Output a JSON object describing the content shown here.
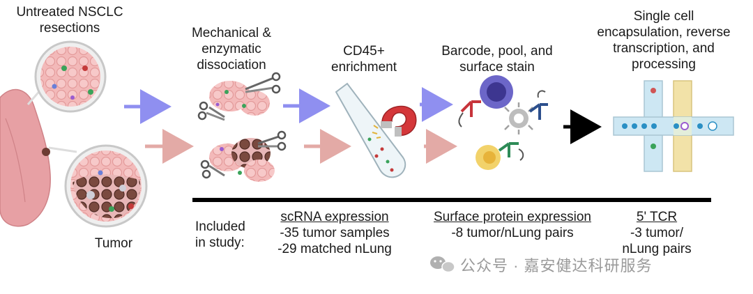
{
  "steps": {
    "untreated": "Untreated NSCLC resections",
    "tumor": "Tumor",
    "dissociation": "Mechanical & enzymatic dissociation",
    "enrichment": "CD45+ enrichment",
    "barcode": "Barcode, pool, and surface stain",
    "encapsulation": "Single cell encapsulation, reverse transcription, and processing"
  },
  "study": {
    "label": "Included in study:",
    "scrna_title": "scRNA expression",
    "scrna_line1": "-35 tumor samples",
    "scrna_line2": "-29 matched nLung",
    "protein_title": "Surface protein expression",
    "protein_line1": "-8 tumor/nLung pairs",
    "tcr_title": "5' TCR",
    "tcr_line1": "-3 tumor/",
    "tcr_line2": "nLung pairs"
  },
  "watermark": {
    "text": "公众号 · 嘉安健达科研服务",
    "icon": "wechat-icon"
  },
  "colors": {
    "blue_arrow": "#8f8ff0",
    "pink_arrow": "#e3aaa6",
    "lung": "#e7a0a4",
    "tissue": "#f2b7b7",
    "tumor_dark": "#6e3b33",
    "magnet_red": "#d4373a",
    "antibody_red": "#c7343b",
    "antibody_blue": "#2c4f8c",
    "antibody_green": "#2e8b57",
    "chip_blue": "#cde7f3",
    "chip_yellow": "#f2e2a8"
  }
}
